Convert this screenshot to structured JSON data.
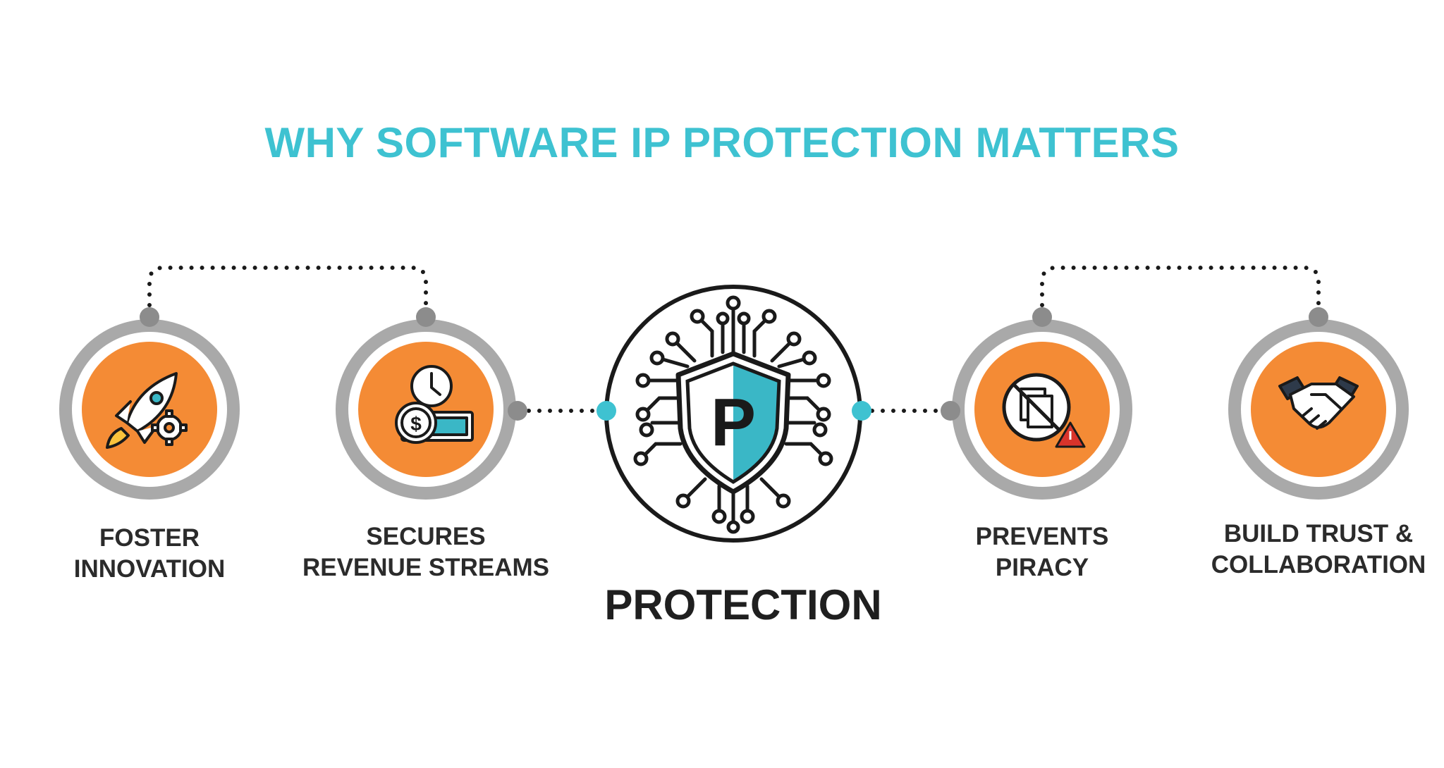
{
  "title": "WHY SOFTWARE IP PROTECTION MATTERS",
  "center": {
    "label": "PROTECTION",
    "shield_letter": "P",
    "icon": "shield-circuit-icon"
  },
  "nodes": [
    {
      "id": "foster",
      "lines": [
        "FOSTER",
        "INNOVATION"
      ],
      "icon": "rocket-gear-icon"
    },
    {
      "id": "revenue",
      "lines": [
        "SECURES",
        "REVENUE STREAMS"
      ],
      "icon": "money-clock-icon"
    },
    {
      "id": "piracy",
      "lines": [
        "PREVENTS",
        "PIRACY"
      ],
      "icon": "no-copy-warning-icon"
    },
    {
      "id": "trust",
      "lines": [
        "BUILD TRUST &",
        "COLLABORATION"
      ],
      "icon": "handshake-icon"
    }
  ],
  "colors": {
    "title": "#3ec2d1",
    "accent": "#3ab7c6",
    "node_fill": "#f48b35",
    "ring": "#a9a9a9",
    "dots": "#1a1a1a"
  }
}
